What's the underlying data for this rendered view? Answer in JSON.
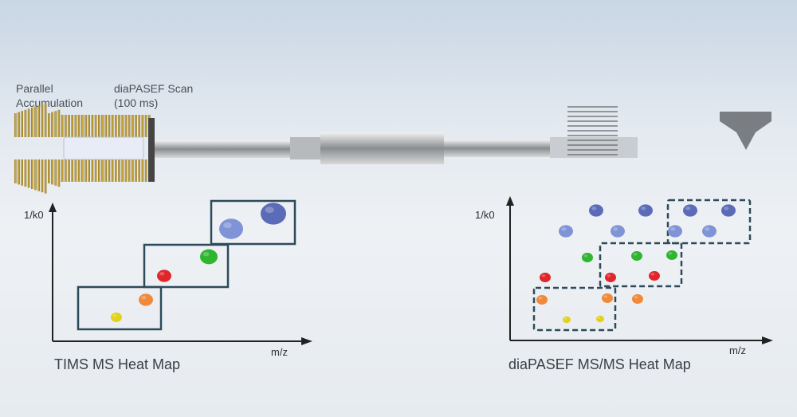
{
  "instrument": {
    "label_accumulation": "Parallel Accumulation",
    "label_accumulation_line1": "Parallel",
    "label_accumulation_line2": "Accumulation",
    "label_scan_line1": "diaPASEF Scan",
    "label_scan_line2": "(100 ms)"
  },
  "left_map": {
    "caption": "TIMS MS Heat Map",
    "y_label": "1/k0",
    "x_label": "m/z"
  },
  "right_map": {
    "caption": "diaPASEF MS/MS Heat Map",
    "y_label": "1/k0",
    "x_label": "m/z"
  },
  "colors": {
    "yellow": "#e3d21a",
    "orange": "#f08a3a",
    "red": "#e0262a",
    "green": "#2fb52f",
    "light_blue": "#7f93d6",
    "dark_blue": "#5b6bb8",
    "box": "#2d4a5a"
  }
}
